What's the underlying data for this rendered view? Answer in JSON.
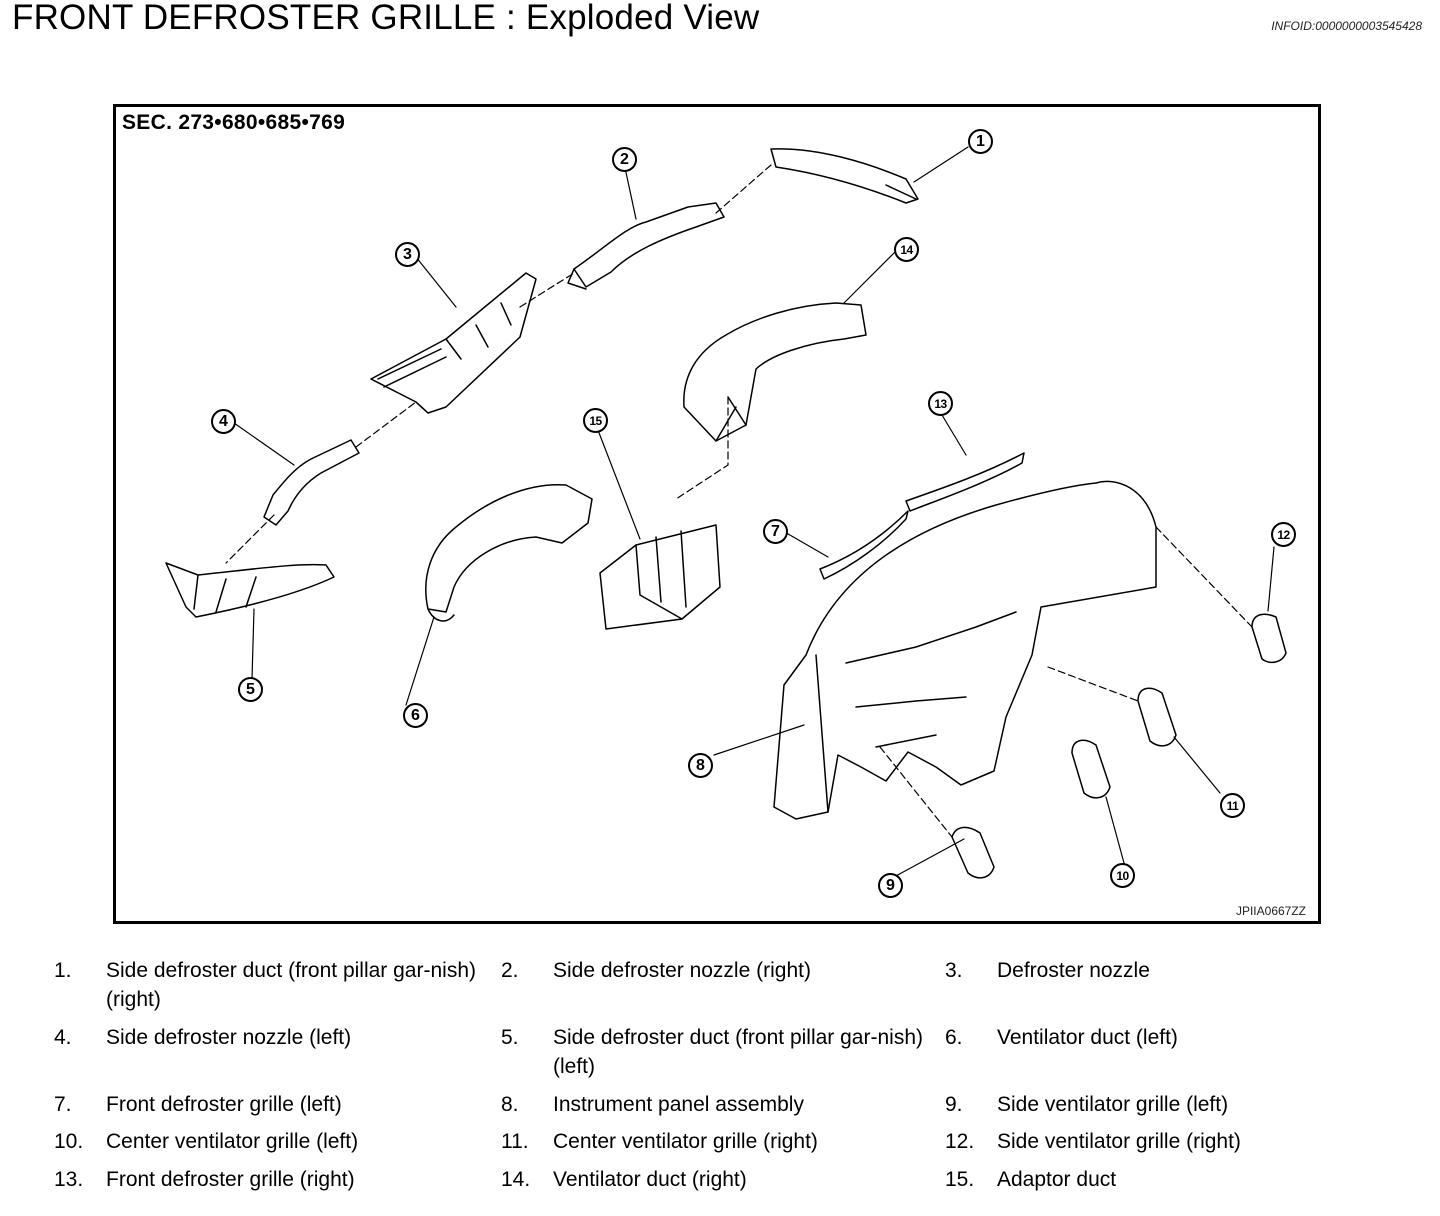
{
  "header": {
    "title": "FRONT DEFROSTER GRILLE : Exploded View",
    "info_id": "INFOID:0000000003545428"
  },
  "diagram": {
    "section_label": "SEC. 273•680•685•769",
    "figure_code": "JPIIA0667ZZ",
    "callouts": [
      "1",
      "2",
      "3",
      "4",
      "5",
      "6",
      "7",
      "8",
      "9",
      "10",
      "11",
      "12",
      "13",
      "14",
      "15"
    ]
  },
  "legend": {
    "items": [
      {
        "num": "1.",
        "text": "Side defroster duct (front pillar gar-nish) (right)"
      },
      {
        "num": "2.",
        "text": "Side defroster nozzle (right)"
      },
      {
        "num": "3.",
        "text": "Defroster nozzle"
      },
      {
        "num": "4.",
        "text": "Side defroster nozzle (left)"
      },
      {
        "num": "5.",
        "text": "Side defroster duct (front pillar gar-nish) (left)"
      },
      {
        "num": "6.",
        "text": "Ventilator duct (left)"
      },
      {
        "num": "7.",
        "text": "Front defroster grille (left)"
      },
      {
        "num": "8.",
        "text": "Instrument panel assembly"
      },
      {
        "num": "9.",
        "text": "Side ventilator grille (left)"
      },
      {
        "num": "10.",
        "text": "Center ventilator grille (left)"
      },
      {
        "num": "11.",
        "text": "Center ventilator grille (right)"
      },
      {
        "num": "12.",
        "text": "Side ventilator grille (right)"
      },
      {
        "num": "13.",
        "text": "Front defroster grille (right)"
      },
      {
        "num": "14.",
        "text": "Ventilator duct (right)"
      },
      {
        "num": "15.",
        "text": "Adaptor duct"
      }
    ]
  }
}
